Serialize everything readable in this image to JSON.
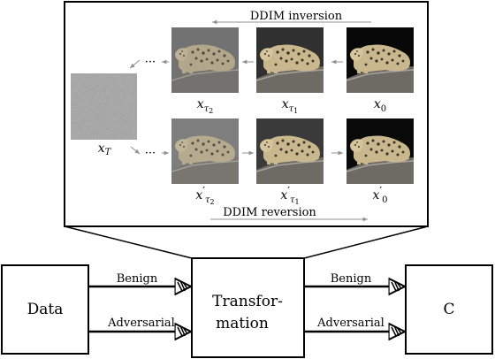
{
  "inset": {
    "inversion_label": "DDIM inversion",
    "reversion_label": "DDIM reversion",
    "ellipsis": "···",
    "noise_label": {
      "base": "x",
      "sub": "T"
    },
    "top_row": [
      {
        "base": "x",
        "sub": "τ",
        "subsub": "2",
        "prime": ""
      },
      {
        "base": "x",
        "sub": "τ",
        "subsub": "1",
        "prime": ""
      },
      {
        "base": "x",
        "sub": "0",
        "subsub": "",
        "prime": ""
      }
    ],
    "bottom_row": [
      {
        "base": "x",
        "sub": "τ",
        "subsub": "2",
        "prime": "′"
      },
      {
        "base": "x",
        "sub": "τ",
        "subsub": "1",
        "prime": "′"
      },
      {
        "base": "x",
        "sub": "0",
        "subsub": "",
        "prime": "′"
      }
    ]
  },
  "flow": {
    "data_box": "Data",
    "transform_line1": "Transfor-",
    "transform_line2": "mation",
    "classifier_box": "C",
    "edge_benign": "Benign",
    "edge_adversarial": "Adversarial"
  },
  "colors": {
    "stroke": "#000000",
    "arrow_gray": "#909090",
    "noise_base": "#9a9a9a"
  }
}
